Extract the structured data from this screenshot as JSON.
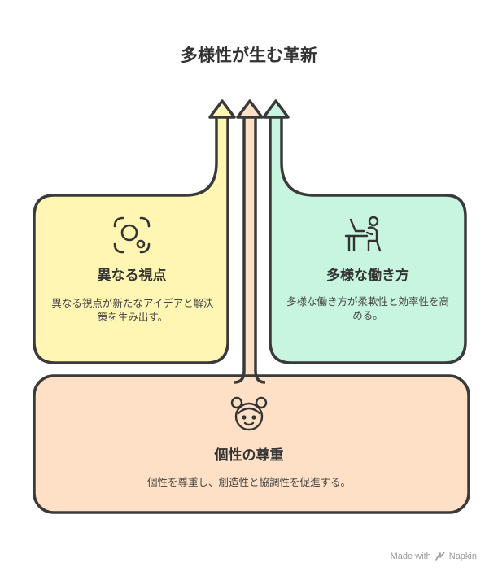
{
  "title": "多様性が生む革新",
  "cards": {
    "left": {
      "label": "異なる視点",
      "description": "異なる視点が新たなアイデアと解決策を生み出す。",
      "icon": "focus-scan-icon",
      "color": "#fff6b3"
    },
    "right": {
      "label": "多様な働き方",
      "description": "多様な働き方が柔軟性と効率性を高める。",
      "icon": "person-at-desk-icon",
      "color": "#c8f5df"
    },
    "bottom": {
      "label": "個性の尊重",
      "description": "個性を尊重し、創造性と協調性を促進する。",
      "icon": "girl-face-icon",
      "color": "#fde0c6"
    }
  },
  "footer": {
    "made_with": "Made with",
    "brand": "Napkin"
  }
}
